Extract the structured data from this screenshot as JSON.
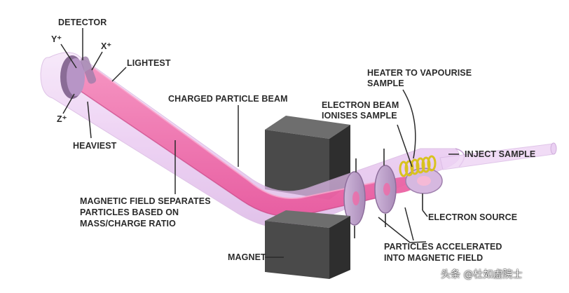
{
  "labels": {
    "detector": "DETECTOR",
    "y_plus": "Y⁺",
    "x_plus": "X⁺",
    "z_plus": "Z⁺",
    "lightest": "LIGHTEST",
    "heaviest": "HEAVIEST",
    "charged_beam": "CHARGED PARTICLE BEAM",
    "heater_line1": "HEATER TO VAPOURISE",
    "heater_line2": "SAMPLE",
    "electron_beam_line1": "ELECTRON BEAM",
    "electron_beam_line2": "IONISES SAMPLE",
    "inject_sample": "INJECT SAMPLE",
    "magnetic_line1": "MAGNETIC FIELD SEPARATES",
    "magnetic_line2": "PARTICLES BASED ON",
    "magnetic_line3": "MASS/CHARGE RATIO",
    "electron_source": "ELECTRON SOURCE",
    "accelerated_line1": "PARTICLES ACCELERATED",
    "accelerated_line2": "INTO MAGNETIC FIELD",
    "magnet": "MAGNET"
  },
  "watermark": "头条 @杜如虚院士",
  "colors": {
    "tube": "#eac9f2",
    "tube_edge": "#c9a3d6",
    "beam": "#f06aa8",
    "beam_dark": "#d64a8c",
    "magnet": "#4a4a4a",
    "magnet_top": "#6e6e6e",
    "magnet_side": "#2e2e2e",
    "coil": "#d8c21e",
    "text": "#2b2b2b"
  }
}
